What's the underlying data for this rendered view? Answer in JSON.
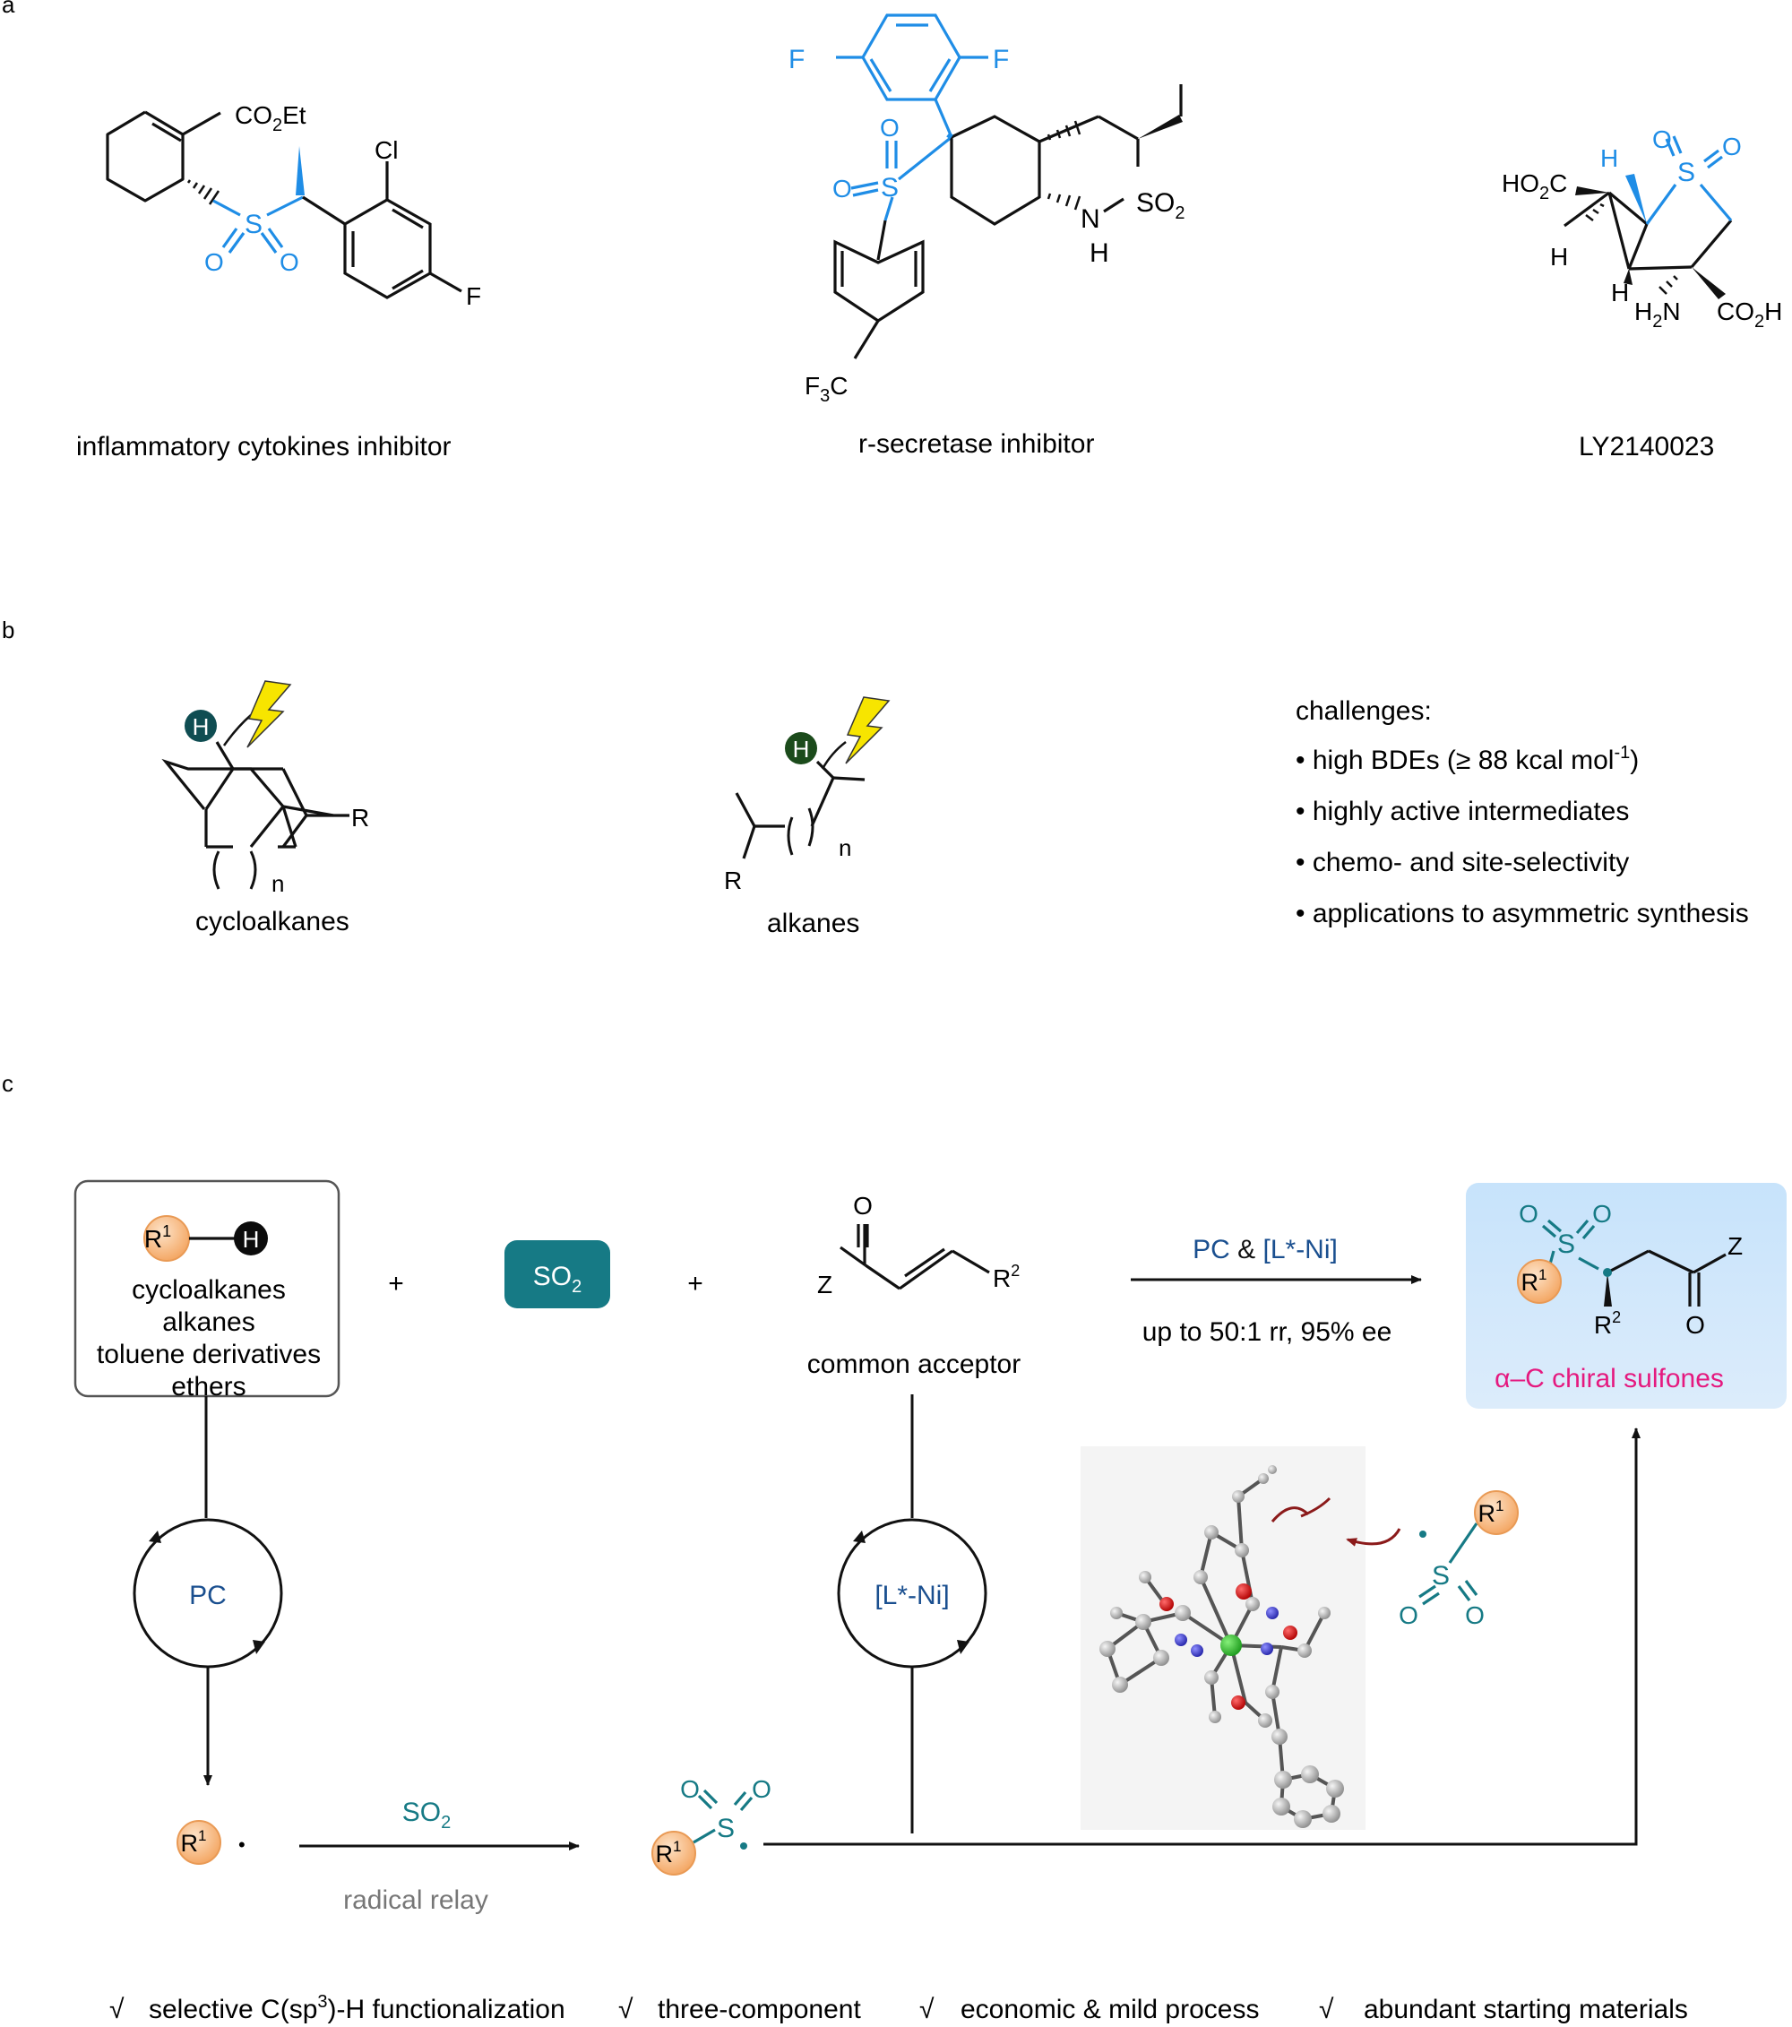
{
  "panel_a": {
    "label": "a",
    "compound1": {
      "name": "inflammatory cytokines inhibitor",
      "ester": "CO",
      "ester_sub": "2",
      "ester_tail": "Et",
      "cl": "Cl",
      "f": "F",
      "s": "S",
      "o1": "O",
      "o2": "O"
    },
    "compound2": {
      "name": "r-secretase inhibitor",
      "f1": "F",
      "f2": "F",
      "s": "S",
      "o1": "O",
      "o2": "O",
      "cf3_f": "F",
      "cf3_sub": "3",
      "cf3_c": "C",
      "n": "N",
      "h": "H",
      "so2": "SO",
      "so2_sub": "2"
    },
    "compound3": {
      "name": "LY2140023",
      "ho2c_a": "HO",
      "ho2c_sub": "2",
      "ho2c_b": "C",
      "h1": "H",
      "h2": "H",
      "h3": "H",
      "s": "S",
      "o1": "O",
      "o2": "O",
      "h2n_a": "H",
      "h2n_sub": "2",
      "h2n_b": "N",
      "co2h_a": "CO",
      "co2h_sub": "2",
      "co2h_b": "H"
    }
  },
  "panel_b": {
    "label": "b",
    "cyclo": {
      "h": "H",
      "r": "R",
      "n": "n",
      "name": "cycloalkanes"
    },
    "alkane": {
      "h": "H",
      "r": "R",
      "n": "n",
      "name": "alkanes"
    },
    "challenges": {
      "title": "challenges:",
      "item1_a": "• high BDEs (≥ 88 kcal mol",
      "item1_sup": "-1",
      "item1_b": ")",
      "item2": "• highly active intermediates",
      "item3": "• chemo- and site-selectivity",
      "item4": "• applications to asymmetric synthesis"
    }
  },
  "panel_c": {
    "label": "c",
    "substrate": {
      "r": "R",
      "r_sup": "1",
      "h": "H",
      "line1": "cycloalkanes",
      "line2": "alkanes",
      "line3": "toluene derivatives",
      "line4": "ethers"
    },
    "plus1": "+",
    "so2_box": {
      "text": "SO",
      "sub": "2"
    },
    "plus2": "+",
    "acceptor": {
      "o": "O",
      "z": "Z",
      "r": "R",
      "r_sup": "2",
      "name": "common acceptor"
    },
    "conditions": {
      "pc": "PC",
      "amp": " & ",
      "cat": "[L*-Ni]",
      "result": "up to 50:1 rr, 95% ee"
    },
    "product": {
      "o1": "O",
      "o2": "O",
      "s": "S",
      "r": "R",
      "r_sup": "1",
      "r2": "R",
      "r2_sup": "2",
      "z": "Z",
      "o3": "O",
      "name": "α–C chiral sulfones"
    },
    "pc_cycle": "PC",
    "ni_cycle": "[L*-Ni]",
    "radical": {
      "r": "R",
      "r_sup": "1",
      "dot": "•"
    },
    "relay": {
      "so2": "SO",
      "so2_sub": "2",
      "label": "radical relay"
    },
    "sulfonyl": {
      "o1": "O",
      "o2": "O",
      "s": "S",
      "r": "R",
      "r_sup": "1"
    },
    "model_sulfonyl": {
      "s": "S",
      "o1": "O",
      "o2": "O",
      "r": "R",
      "r_sup": "1"
    },
    "features": [
      {
        "check": "√",
        "a": "selective C(sp",
        "sup": "3",
        "b": ")-H functionalization"
      },
      {
        "check": "√",
        "a": "three-component"
      },
      {
        "check": "√",
        "a": "economic & mild process"
      },
      {
        "check": "√",
        "a": "abundant starting materials"
      }
    ]
  },
  "colors": {
    "blue": "#1f8de6",
    "teal": "#167a85",
    "navy": "#1a4f8f",
    "orange": "#f6b27a",
    "magenta": "#e5197f",
    "yellow": "#f7e500",
    "dark_teal_ball": "#0f4d52",
    "dark_green_ball": "#1b4b1b"
  }
}
